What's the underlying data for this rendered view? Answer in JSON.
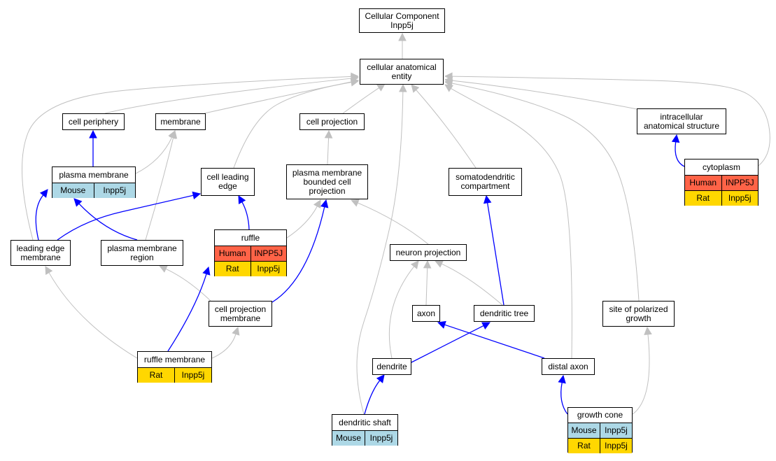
{
  "colors": {
    "edge_gray": "#c0c0c0",
    "edge_blue": "#0000ff",
    "mouse": "#add8e6",
    "human": "#ff6347",
    "rat": "#ffd700"
  },
  "nodes": {
    "cellular_component": {
      "label": "Cellular Component\nInpp5j"
    },
    "cellular_anatomical_entity": {
      "label": "cellular anatomical\nentity"
    },
    "cell_periphery": {
      "label": "cell periphery"
    },
    "membrane": {
      "label": "membrane"
    },
    "cell_projection": {
      "label": "cell projection"
    },
    "intracellular_anatomical_structure": {
      "label": "intracellular\nanatomical structure"
    },
    "plasma_membrane": {
      "label": "plasma membrane",
      "rows": [
        [
          "Mouse",
          "Inpp5j"
        ]
      ]
    },
    "cell_leading_edge": {
      "label": "cell leading\nedge"
    },
    "pm_bounded_cell_projection": {
      "label": "plasma membrane\nbounded cell\nprojection"
    },
    "somatodendritic_compartment": {
      "label": "somatodendritic\ncompartment"
    },
    "cytoplasm": {
      "label": "cytoplasm",
      "rows": [
        [
          "Human",
          "INPP5J"
        ],
        [
          "Rat",
          "Inpp5j"
        ]
      ]
    },
    "leading_edge_membrane": {
      "label": "leading edge\nmembrane"
    },
    "plasma_membrane_region": {
      "label": "plasma membrane\nregion"
    },
    "ruffle": {
      "label": "ruffle",
      "rows": [
        [
          "Human",
          "INPP5J"
        ],
        [
          "Rat",
          "Inpp5j"
        ]
      ]
    },
    "neuron_projection": {
      "label": "neuron projection"
    },
    "axon": {
      "label": "axon"
    },
    "dendritic_tree": {
      "label": "dendritic tree"
    },
    "site_of_polarized_growth": {
      "label": "site of polarized\ngrowth"
    },
    "cell_projection_membrane": {
      "label": "cell projection\nmembrane"
    },
    "ruffle_membrane": {
      "label": "ruffle membrane",
      "rows": [
        [
          "Rat",
          "Inpp5j"
        ]
      ]
    },
    "dendrite": {
      "label": "dendrite"
    },
    "distal_axon": {
      "label": "distal axon"
    },
    "dendritic_shaft": {
      "label": "dendritic shaft",
      "rows": [
        [
          "Mouse",
          "Inpp5j"
        ]
      ]
    },
    "growth_cone": {
      "label": "growth cone",
      "rows": [
        [
          "Mouse",
          "Inpp5j"
        ],
        [
          "Rat",
          "Inpp5j"
        ]
      ]
    }
  },
  "edges": [
    {
      "from": "cellular_anatomical_entity",
      "to": "cellular_component",
      "kind": "is_a"
    },
    {
      "from": "cell_periphery",
      "to": "cellular_anatomical_entity",
      "kind": "is_a"
    },
    {
      "from": "membrane",
      "to": "cellular_anatomical_entity",
      "kind": "is_a"
    },
    {
      "from": "cell_projection",
      "to": "cellular_anatomical_entity",
      "kind": "is_a"
    },
    {
      "from": "intracellular_anatomical_structure",
      "to": "cellular_anatomical_entity",
      "kind": "is_a"
    },
    {
      "from": "cell_leading_edge",
      "to": "cellular_anatomical_entity",
      "kind": "is_a"
    },
    {
      "from": "somatodendritic_compartment",
      "to": "cellular_anatomical_entity",
      "kind": "is_a"
    },
    {
      "from": "leading_edge_membrane",
      "to": "cellular_anatomical_entity",
      "kind": "is_a"
    },
    {
      "from": "cytoplasm",
      "to": "cellular_anatomical_entity",
      "kind": "is_a"
    },
    {
      "from": "dendritic_shaft",
      "to": "cellular_anatomical_entity",
      "kind": "is_a"
    },
    {
      "from": "distal_axon",
      "to": "cellular_anatomical_entity",
      "kind": "is_a"
    },
    {
      "from": "site_of_polarized_growth",
      "to": "cellular_anatomical_entity",
      "kind": "is_a"
    },
    {
      "from": "plasma_membrane",
      "to": "cell_periphery",
      "kind": "part_of"
    },
    {
      "from": "plasma_membrane",
      "to": "membrane",
      "kind": "is_a"
    },
    {
      "from": "plasma_membrane_region",
      "to": "membrane",
      "kind": "is_a"
    },
    {
      "from": "pm_bounded_cell_projection",
      "to": "cell_projection",
      "kind": "is_a"
    },
    {
      "from": "cytoplasm",
      "to": "intracellular_anatomical_structure",
      "kind": "part_of"
    },
    {
      "from": "leading_edge_membrane",
      "to": "plasma_membrane",
      "kind": "part_of"
    },
    {
      "from": "plasma_membrane_region",
      "to": "plasma_membrane",
      "kind": "part_of"
    },
    {
      "from": "leading_edge_membrane",
      "to": "cell_leading_edge",
      "kind": "part_of"
    },
    {
      "from": "ruffle",
      "to": "cell_leading_edge",
      "kind": "part_of"
    },
    {
      "from": "ruffle",
      "to": "pm_bounded_cell_projection",
      "kind": "is_a"
    },
    {
      "from": "neuron_projection",
      "to": "pm_bounded_cell_projection",
      "kind": "is_a"
    },
    {
      "from": "cell_projection_membrane",
      "to": "pm_bounded_cell_projection",
      "kind": "part_of"
    },
    {
      "from": "dendritic_tree",
      "to": "somatodendritic_compartment",
      "kind": "part_of"
    },
    {
      "from": "cell_projection_membrane",
      "to": "plasma_membrane_region",
      "kind": "is_a"
    },
    {
      "from": "ruffle_membrane",
      "to": "ruffle",
      "kind": "part_of"
    },
    {
      "from": "ruffle_membrane",
      "to": "leading_edge_membrane",
      "kind": "is_a"
    },
    {
      "from": "ruffle_membrane",
      "to": "cell_projection_membrane",
      "kind": "is_a"
    },
    {
      "from": "axon",
      "to": "neuron_projection",
      "kind": "is_a"
    },
    {
      "from": "dendritic_tree",
      "to": "neuron_projection",
      "kind": "is_a"
    },
    {
      "from": "dendrite",
      "to": "neuron_projection",
      "kind": "is_a"
    },
    {
      "from": "dendrite",
      "to": "dendritic_tree",
      "kind": "part_of"
    },
    {
      "from": "distal_axon",
      "to": "axon",
      "kind": "part_of"
    },
    {
      "from": "dendritic_shaft",
      "to": "dendrite",
      "kind": "part_of"
    },
    {
      "from": "growth_cone",
      "to": "distal_axon",
      "kind": "part_of"
    },
    {
      "from": "growth_cone",
      "to": "site_of_polarized_growth",
      "kind": "is_a"
    }
  ]
}
